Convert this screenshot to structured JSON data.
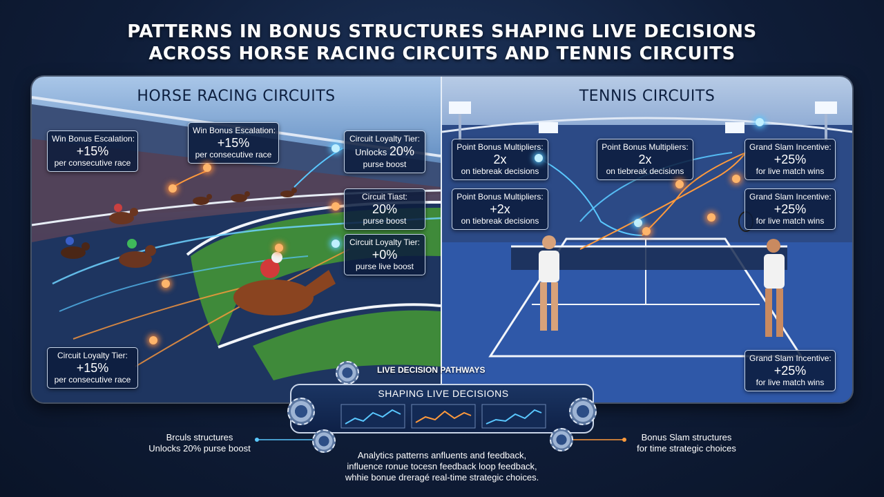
{
  "title": {
    "line1": "PATTERNS IN BONUS STRUCTURES SHAPING LIVE DECISIONS",
    "line2": "ACROSS HORSE RACING CIRCUITS AND TENNIS CIRCUITS"
  },
  "horse": {
    "panel_title": "HORSE RACING CIRCUITS",
    "cards": [
      {
        "title": "Win Bonus Escalation:",
        "value": "+15%",
        "sub": "per consecutive race"
      },
      {
        "title": "Win Bonus Escalation:",
        "value": "+15%",
        "sub": "per consecutive race"
      },
      {
        "title": "Circuit Loyalty Tier:",
        "lead": "Unlocks",
        "value": "20%",
        "sub": "purse boost"
      },
      {
        "title": "Circuit Tiast:",
        "value": "20%",
        "sub": "purse boost"
      },
      {
        "title": "Circuit Loyalty Tier:",
        "value": "+0%",
        "sub": "purse live boost"
      },
      {
        "title": "Circuit Loyalty Tier:",
        "value": "+15%",
        "sub": "per consecutive race"
      }
    ]
  },
  "tennis": {
    "panel_title": "TENNIS CIRCUITS",
    "cards": [
      {
        "title": "Point Bonus Multipliers:",
        "value": "2x",
        "sub": "on tiebreak decisions"
      },
      {
        "title": "Point Bonus Multipliers:",
        "value": "2x",
        "sub": "on tiebreak decisions"
      },
      {
        "title": "Grand Slam Incentive:",
        "value": "+25%",
        "sub": "for live match wins"
      },
      {
        "title": "Point Bonus Multipliers:",
        "value": "+2x",
        "sub": "on tiebreak decisions"
      },
      {
        "title": "Grand Slam Incentive:",
        "value": "+25%",
        "sub": "for live match wins"
      },
      {
        "title": "Grand Slam Incentive:",
        "value": "+25%",
        "sub": "for live match wins"
      }
    ]
  },
  "pathways_label": "LIVE DECISION PATHWAYS",
  "center_bar": {
    "title": "SHAPING LIVE DECISIONS"
  },
  "bottom": {
    "left_line1": "Brculs structures",
    "left_line2": "Unlocks 20% purse boost",
    "center_line1": "Analytics patterns anfluents and feedback,",
    "center_line2": "influence ronue tocesn feedback loop feedback,",
    "center_line3": "whhie bonue dreragé real-time strategic choices.",
    "right_line1": "Bonus Slam structures",
    "right_line2": "for time strategic choices"
  },
  "colors": {
    "accent_orange": "#ff9a3c",
    "accent_blue": "#5ac8ff",
    "card_bg": "#0c1c3c",
    "grass": "#3f8a3a",
    "track": "#1e3560",
    "court_blue": "#2f58a8"
  },
  "icons": [
    "gear-icon",
    "lightbulb-icon",
    "clock-icon",
    "shield-icon",
    "line-chart-icon"
  ]
}
